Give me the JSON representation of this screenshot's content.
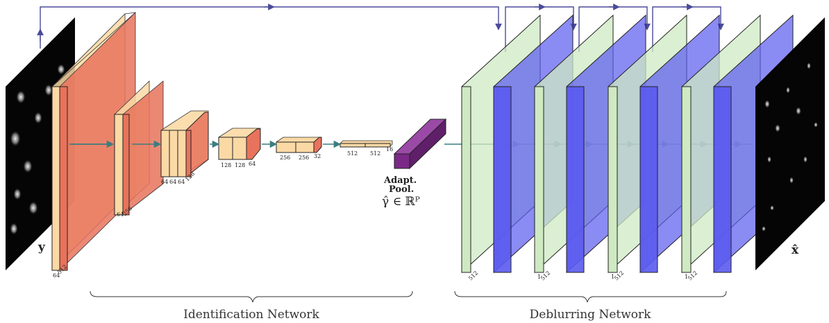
{
  "input_label": "y",
  "output_label": "x̂",
  "input_dims": [
    "64",
    "512"
  ],
  "encoder_blocks": [
    {
      "dims": [
        "64",
        "256"
      ]
    },
    {
      "dims": [
        "64",
        "64",
        "64",
        "128"
      ]
    },
    {
      "dims": [
        "128",
        "128",
        "64"
      ]
    },
    {
      "dims": [
        "256",
        "256",
        "32"
      ]
    },
    {
      "dims": [
        "512",
        "512",
        "16"
      ]
    }
  ],
  "pool": {
    "line1": "Adapt.",
    "line2": "Pool.",
    "symbol": "γ̂ ∈ ℝᴾ"
  },
  "decoder_dims": [
    "512",
    "1",
    "512",
    "1",
    "512",
    "1",
    "512"
  ],
  "braces": {
    "left": "Identification Network",
    "right": "Deblurring Network"
  },
  "colors": {
    "red_layer": "#e8735c",
    "tan_layer": "#fbd9a5",
    "green_layer": "#cfe9c3",
    "blue_layer": "#5a5af0",
    "purple_pool": "#7a2a86",
    "arrow": "#3c7d80",
    "skip_line": "#4a4a9a"
  }
}
